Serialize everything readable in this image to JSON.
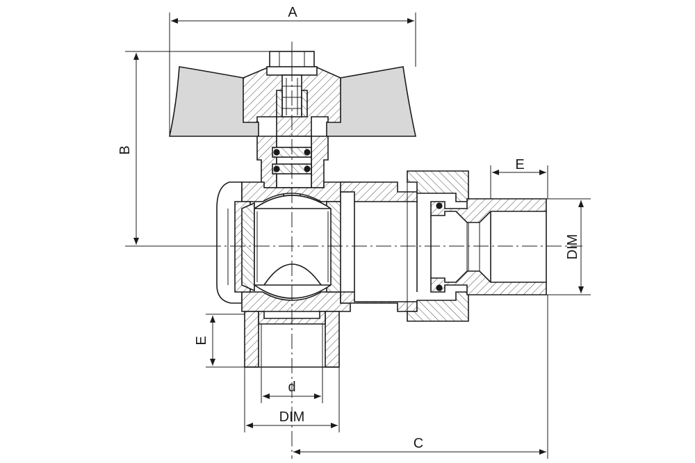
{
  "dimensions": {
    "A": "A",
    "B": "B",
    "C": "C",
    "E_top": "E",
    "E_side": "E",
    "DIM_right": "DIM",
    "DIM_bottom": "DIM",
    "d": "d"
  },
  "colors": {
    "line": "#1a1a1a",
    "handle": "#d8d8d8",
    "background": "#ffffff"
  }
}
